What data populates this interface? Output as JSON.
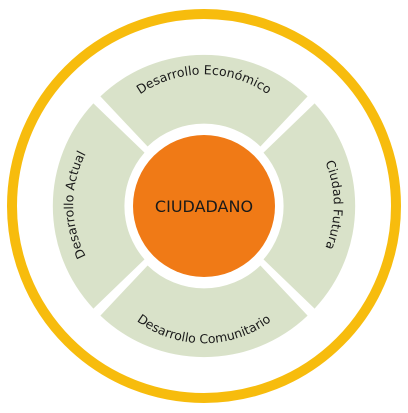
{
  "center": {
    "label": "CIUDADANO"
  },
  "segments": [
    {
      "label": "Desarrollo Económico"
    },
    {
      "label": "Ciudad Futura"
    },
    {
      "label": "Desarrollo Comunitario"
    },
    {
      "label": "Desarrollo Actual"
    }
  ],
  "colors": {
    "outer_ring": "#F7BC0D",
    "segment_fill": "#D9E2C9",
    "center_fill": "#F07A16",
    "text": "#1A1A1A"
  }
}
